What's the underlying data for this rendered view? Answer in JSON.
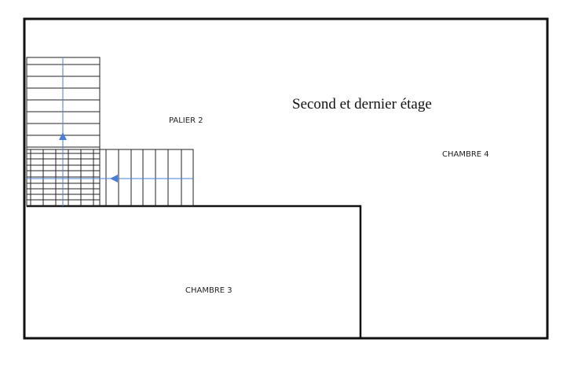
{
  "title": "Second et dernier étage",
  "rooms": {
    "landing": "PALIER 2",
    "bedroom4": "CHAMBRE 4",
    "bedroom3": "CHAMBRE 3"
  },
  "colors": {
    "wall": "#111111",
    "stair_line": "#222222",
    "arrow": "#4a7fd6"
  }
}
